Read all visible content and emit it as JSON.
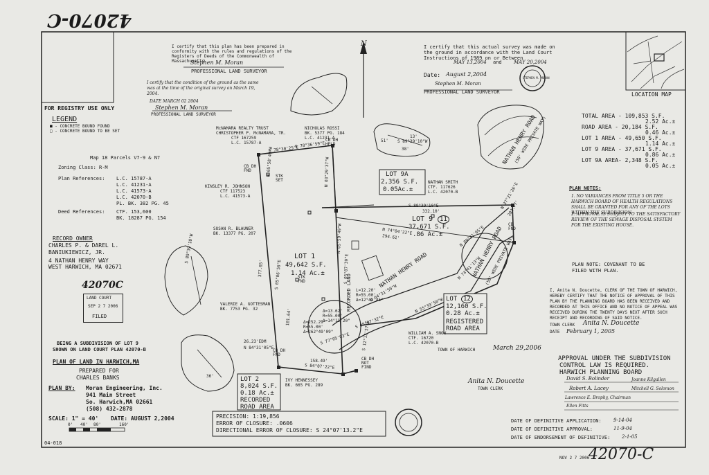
{
  "header": {
    "plan_number_top": "42070-C",
    "plan_number_bottom": "42070-C",
    "sheet_id": "04-018",
    "stamp_date": "NOV 2 7 2006"
  },
  "registry": {
    "label": "FOR REGISTRY USE ONLY"
  },
  "certs": {
    "conformity": "I certify that this plan has been prepared in conformity with the rules and regulations of the Registers of Deeds of the Commonwealth of Massachusetts.",
    "conformity_sig": "Stephen M. Moran",
    "surveyor_title": "PROFESSIONAL LAND SURVEYOR",
    "ground": "I certify that the condition of the ground as the same was at the time of the original survey on March 19, 2004.",
    "ground_date": "DATE  MARCH 02 2004",
    "ground_sig": "Stephen M. Moran",
    "ground_title": "PROFESSIONAL LAND SURVEYOR",
    "survey": "I certify that this actual survey was made on the ground in accordance with the Land Court Instructions of 1989 on or Between",
    "survey_from": "MAY 13,2004",
    "survey_and": "and",
    "survey_to": "MAY 20,2004",
    "date_label": "Date:",
    "date_value": "August 2,2004",
    "survey_sig": "Stephen M. Moran",
    "survey_title": "PROFESSIONAL LAND SURVEYOR",
    "seal_text": "STEPHEN M. MORAN"
  },
  "legend": {
    "title": "LEGEND",
    "item1": "■ - CONCRETE BOUND FOUND",
    "item2": "□ - CONCRETE BOUND TO BE SET"
  },
  "info": {
    "map": "Map 18 Parcels V7-9 & N7",
    "zoning": "Zoning Class: R-M",
    "plan_refs_label": "Plan References:",
    "plan_refs": [
      "L.C. 15787-A",
      "L.C. 41231-A",
      "L.C. 41573-A",
      "L.C. 42070-B",
      "PL. BK. 382 PG. 45"
    ],
    "deed_refs_label": "Deed References:",
    "deed_refs": [
      "CTF. 153,600",
      "BK. 18287 PG. 154"
    ]
  },
  "owner": {
    "title": "RECORD OWNER",
    "line1": "CHARLES P. & DAREL L.",
    "line2": "BANIUKIEWICZ, JR.",
    "line3": "4 NATHAN HENRY WAY",
    "line4": "WEST HARWICH, MA 02671"
  },
  "filing": {
    "number": "42070C",
    "court": "LAND COURT",
    "date": "SEP 2 7 2006",
    "filed": "FILED"
  },
  "titleblock": {
    "subdivision1": "BEING A SUBDIVISION OF LOT 9",
    "subdivision2": "SHOWN ON LAND COURT PLAN 42070-B",
    "plan_of": "PLAN OF LAND IN HARWICH,MA",
    "prepared": "PREPARED FOR",
    "client": "CHARLES BANKS",
    "plan_by_label": "PLAN BY:",
    "firm": "Moran Engineering, Inc.",
    "street": "941 Main Street",
    "city": "So. Harwich,MA 02661",
    "phone": "(508) 432-2878",
    "scale_label": "SCALE: 1\" = 40'",
    "date_label": "DATE: AUGUST 2,2004",
    "scale_ticks": [
      "0'",
      "40'",
      "80'",
      "160'"
    ]
  },
  "areas": {
    "total": "TOTAL AREA -  109,853 S.F.",
    "total_ac": "2.52 Ac.±",
    "road": "ROAD AREA -  20,184 S.F.",
    "road_ac": "0.46 Ac.±",
    "lot1": "LOT 1 AREA -  49,650 S.F.",
    "lot1_ac": "1.14 Ac.±",
    "lot9": "LOT 9 AREA -  37,671 S.F.",
    "lot9_ac": "0.86 Ac.±",
    "lot9a": "LOT 9A AREA-  2,348 S.F.",
    "lot9a_ac": "0.05 Ac.±"
  },
  "location_map": {
    "label": "LOCATION MAP"
  },
  "notes": {
    "title": "PLAN NOTES:",
    "n1": "1. NO VARIANCES FROM TITLE 5 OR THE HARWICH BOARD OF HEALTH REGULATIONS SHALL BE GRANTED FOR ANY OF THE LOTS WITHIN THE SUBDIVISION.",
    "n2": "2. APPROVAL IS SUBJECT TO THE SATISFACTORY REVIEW OF THE SEWAGE DISPOSAL SYSTEM FOR THE EXISTING HOUSE.",
    "covenant": "PLAN NOTE: COVENANT TO BE FILED WITH PLAN."
  },
  "clerk": {
    "text": "I, Anita N. Doucette, CLERK OF THE TOWN OF HARWICH, HEREBY CERTIFY THAT THE NOTICE OF APPROVAL OF THIS PLAN BY THE PLANNING BOARD HAS BEEN RECEIVED AND RECORDED AT THIS OFFICE AND NO NOTICE OF APPEAL WAS RECEIVED DURING THE TWENTY DAYS NEXT AFTER SUCH RECEIPT AND RECORDING OF SAID NOTICE.",
    "town_clerk": "TOWN CLERK",
    "sig": "Anita N. Doucette",
    "date_label": "DATE",
    "date": "February 1, 2005",
    "town_of": "TOWN OF HARWICH",
    "date2": "March 29,2006",
    "sig2": "Anita N. Doucette",
    "sig2_title": "TOWN CLERK"
  },
  "approval": {
    "l1": "APPROVAL UNDER THE SUBDIVISION",
    "l2": "CONTROL LAW IS REQUIRED.",
    "l3": "HARWICH PLANNING BOARD",
    "sigs": [
      "David S. Bolinder",
      "Joanne Kilgallen",
      "Robert A. Lacey",
      "Mitchell G. Solomon",
      "Lawrence E. Brophy, Chairman",
      "Ellen Fitts"
    ]
  },
  "dates": {
    "app": "DATE OF DEFINITIVE APPLICATION:",
    "app_v": "9-14-04",
    "appr": "DATE OF DEFINITIVE APPROVAL:",
    "appr_v": "11-9-04",
    "end": "DATE OF ENDORSEMENT OF DEFINITIVE:",
    "end_v": "2-1-05"
  },
  "precision": {
    "p1": "PRECISION: 1:19,856",
    "p2": "ERROR OF CLOSURE: .0606",
    "p3": "DIRECTIONAL ERROR OF CLOSURE: S 24°07'13.2\"E"
  },
  "plan": {
    "north": "N",
    "lot1": "LOT 1",
    "lot1_sf": "49,642 S.F.",
    "lot1_ac": "1.14 Ac.±",
    "lot9": "LOT 9",
    "lot9_num": "11",
    "lot9_sf": "37,671 S.F.",
    "lot9_ac": ".86 Ac.±",
    "lot9a": "LOT 9A",
    "lot9a_sf": "2,356 S.F.",
    "lot9a_ac": "0.05Ac.±",
    "lot2": "LOT 2",
    "lot2_sf": "8,024 S.F.",
    "lot2_ac": "0.18 Ac.±",
    "lot2_rec": "RECORDED",
    "lot2_road": "ROAD AREA",
    "lot12": "LOT",
    "lot12_num": "12",
    "lot12_sf": "12,160 S.F.",
    "lot12_ac": "0.28 Ac.±",
    "lot12_reg": "REGISTERED",
    "lot12_road": "ROAD AREA",
    "road1": "NATHAN HENRY ROAD",
    "road2": "NATHAN HENRY ROAD",
    "road_sub": "(50' WIDE PRIVATE WAY)",
    "inset_road": "NATHAN HENRY ROAD",
    "recorded_land": "RECORDED LAND",
    "abutters": [
      "McNAMARA REALTY TRUST",
      "CHRISTOPHER P. McNAMARA, TR.",
      "CTF 167259",
      "L.C. 15787-A",
      "NICHOLAS ROSSI",
      "BK. 5377 PG. 184",
      "L.C. 41231-A",
      "NATHAN SMITH",
      "CTF. 117626",
      "L.C. 42070-B",
      "KINSLEY R. JOHNSON",
      "CTF 117523",
      "L.C. 41573-A",
      "SUSAN R. BLAUNER",
      "BK. 13377 PG. 207",
      "VALERIE A. GOTTESMAN",
      "BK. 7753 PG. 32",
      "WILLIAM A. SNOW",
      "CTF. 16720",
      "L.C. 42070-B",
      "IVY HENNESSEY",
      "BK. 665 PG. 289"
    ],
    "bearings": [
      "S 78°30'25\"E",
      "S 78°36'59\"E",
      "S 89°39'10\"W",
      "332.10'",
      "S 89°39'10\"E",
      "N 74°04'22\"E",
      "294.61'",
      "N 05°58'49\"W",
      "N 03°29'37\"W",
      "S 05°06'56\"E",
      "S 05°07'39\"E",
      "N 64°31'50\"W",
      "S 77°05'03\"E",
      "S 65°07'32\"E",
      "N 89°31'05\"E",
      "S 84°07'22\"E",
      "158.49'",
      "26.23'EDM",
      "N 84°31'05\"E",
      "S 12°13'57\"E",
      "101.64'",
      "377.65'",
      "N 37°21'26\"E",
      "202.77'",
      "N 55°39'50\"W",
      "N 74°41'13\"W",
      "N 05°59'49\"W"
    ],
    "curves": [
      "Δ=252.29'",
      "R=55.00'",
      "Δ=262°49'09\"",
      "Δ=13.62'",
      "R=55.00'",
      "Δ=14°11'20\"",
      "L=12.20'",
      "R=55.00'",
      "Δ=12°42'45\""
    ],
    "monuments": [
      "CB DH FND",
      "CB DH HELD",
      "STK SET",
      "STK FND",
      "CB DH NOT FIND",
      "CB DH FND",
      "CB FND"
    ],
    "inset_labels": [
      "51'",
      "13'",
      "38'",
      "S 89°39'10\"W",
      "36'"
    ]
  }
}
